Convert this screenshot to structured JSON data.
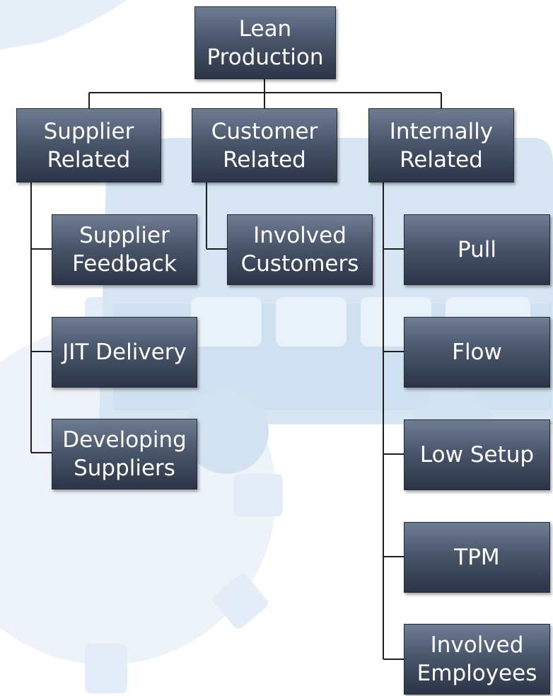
{
  "diagram": {
    "root": {
      "label": "Lean\nProduction"
    },
    "categories": [
      {
        "label": "Supplier\nRelated",
        "children": [
          "Supplier\nFeedback",
          "JIT Delivery",
          "Developing\nSuppliers"
        ]
      },
      {
        "label": "Customer\nRelated",
        "children": [
          "Involved\nCustomers"
        ]
      },
      {
        "label": "Internally\nRelated",
        "children": [
          "Pull",
          "Flow",
          "Low Setup",
          "TPM",
          "Involved\nEmployees"
        ]
      }
    ]
  },
  "colors": {
    "box_top": "#6f7d93",
    "box_bottom": "#2c3547",
    "box_text": "#ffffff",
    "connector": "#1f1f1f",
    "background_watermark": "#dbe8f4"
  }
}
